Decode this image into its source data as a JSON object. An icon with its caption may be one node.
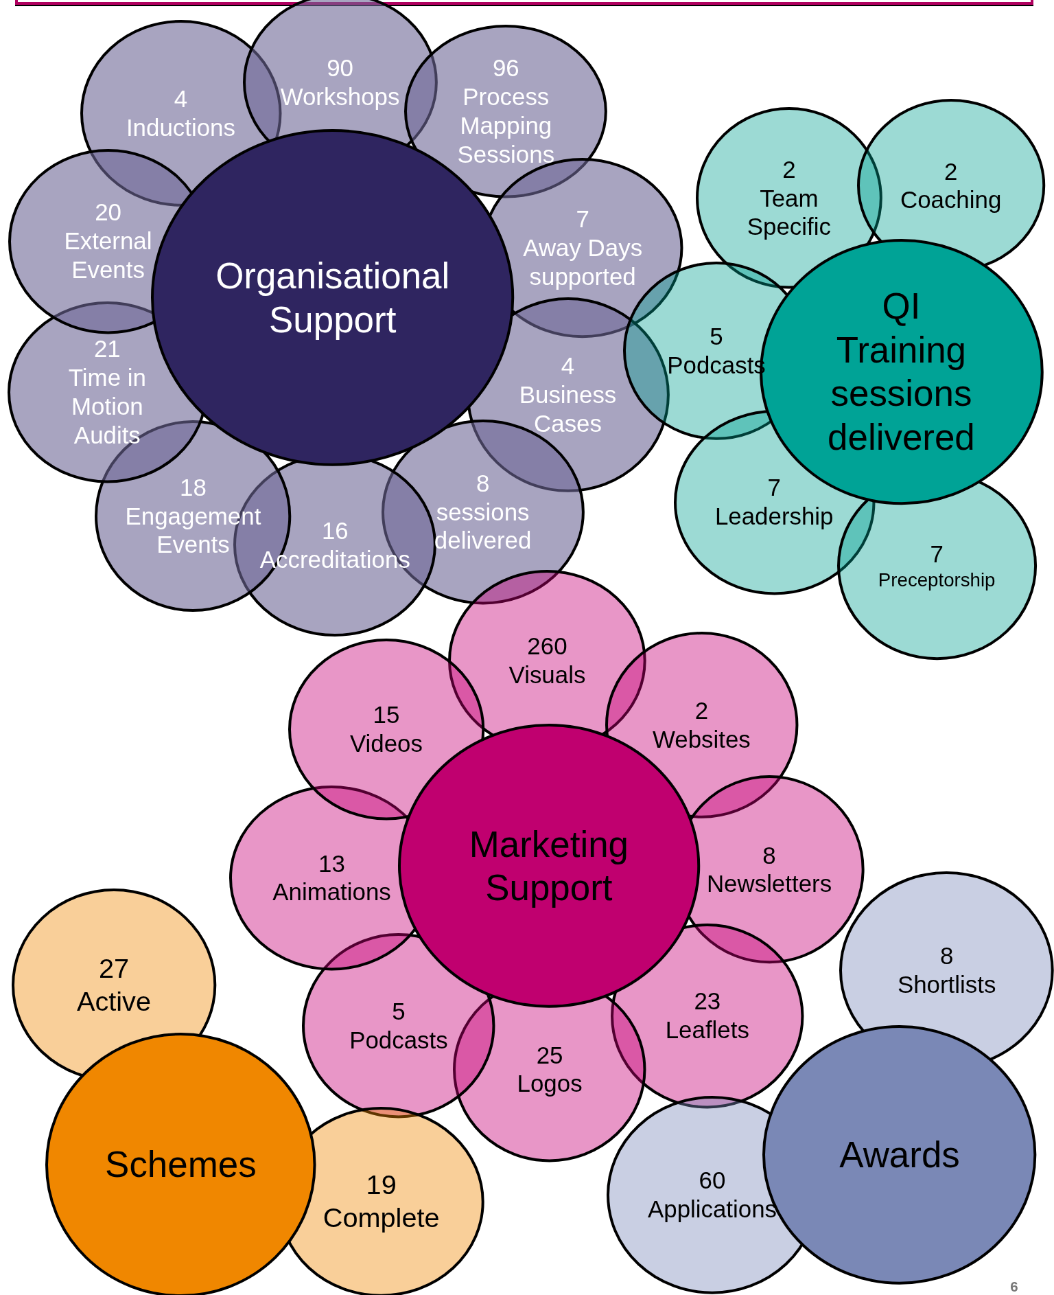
{
  "diagram": {
    "nodes": [
      {
        "text": [
          "Organisational Support"
        ]
      },
      {
        "text": [
          "4",
          "Inductions"
        ]
      },
      {
        "text": [
          "90",
          "Workshops"
        ]
      },
      {
        "text": [
          "96",
          "Process Mapping Sessions"
        ]
      },
      {
        "text": [
          "7",
          "Away Days supported"
        ]
      },
      {
        "text": [
          "4",
          "Business Cases"
        ]
      },
      {
        "text": [
          "8",
          "sessions delivered"
        ]
      },
      {
        "text": [
          "16",
          "Accreditations"
        ]
      },
      {
        "text": [
          "18",
          "Engagement Events"
        ]
      },
      {
        "text": [
          "21",
          "Time in Motion Audits"
        ]
      },
      {
        "text": [
          "20",
          "External Events"
        ]
      },
      {
        "text": [
          "QI Training sessions delivered"
        ]
      },
      {
        "text": [
          "2",
          "Team Specific"
        ]
      },
      {
        "text": [
          "2",
          "Coaching"
        ]
      },
      {
        "text": [
          "5",
          "Podcasts"
        ]
      },
      {
        "text": [
          "7",
          "Leadership"
        ]
      },
      {
        "text": [
          "7",
          "Preceptorship"
        ]
      },
      {
        "text": [
          "Marketing Support"
        ]
      },
      {
        "text": [
          "260",
          "Visuals"
        ]
      },
      {
        "text": [
          "2",
          "Websites"
        ]
      },
      {
        "text": [
          "8",
          "Newsletters"
        ]
      },
      {
        "text": [
          "23",
          "Leaflets"
        ]
      },
      {
        "text": [
          "25",
          "Logos"
        ]
      },
      {
        "text": [
          "5",
          "Podcasts"
        ]
      },
      {
        "text": [
          "13",
          "Animations"
        ]
      },
      {
        "text": [
          "15",
          "Videos"
        ]
      },
      {
        "text": [
          "Schemes"
        ]
      },
      {
        "text": [
          "27",
          "Active"
        ]
      },
      {
        "text": [
          "19",
          "Complete"
        ]
      },
      {
        "text": [
          "Awards"
        ]
      },
      {
        "text": [
          "8",
          "Shortlists"
        ]
      },
      {
        "text": [
          "60",
          "Applications"
        ]
      }
    ],
    "labels": [
      "6"
    ]
  }
}
